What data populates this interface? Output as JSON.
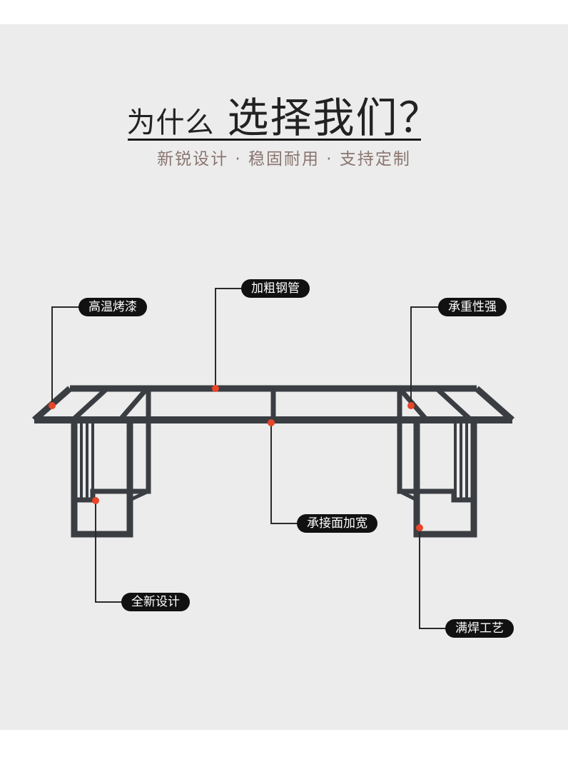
{
  "heading": {
    "prefix": "为什么",
    "main": "选择我们？"
  },
  "subtitle": "新锐设计 · 稳固耐用 · 支持定制",
  "callouts": {
    "high_temp_paint": "高温烤漆",
    "thick_steel_tube": "加粗钢管",
    "load_bearing": "承重性强",
    "wider_support": "承接面加宽",
    "new_design": "全新设计",
    "full_weld": "满焊工艺"
  },
  "colors": {
    "background": "#ececec",
    "frame": "#3a3d42",
    "marker": "#e8452a",
    "tag_background": "#111111",
    "subtitle": "#8a7570"
  }
}
